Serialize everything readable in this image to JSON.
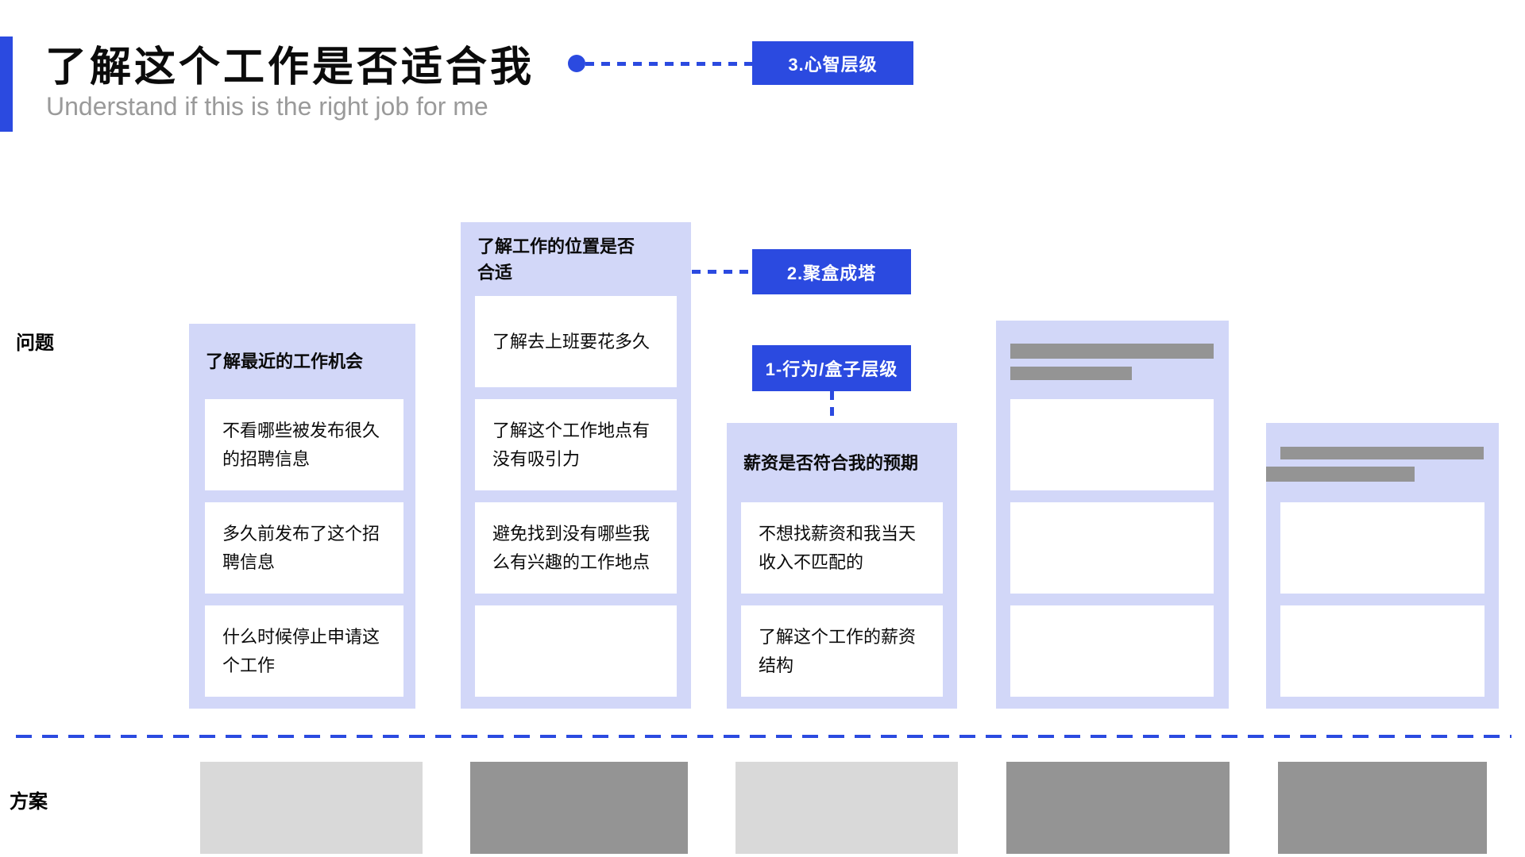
{
  "header": {
    "title": "了解这个工作是否适合我",
    "subtitle": "Understand if this is the right job for me"
  },
  "row_labels": {
    "questions": "问题",
    "solutions": "方案"
  },
  "levels": [
    {
      "label": "3.心智层级"
    },
    {
      "label": "2.聚盒成塔"
    },
    {
      "label": "1-行为/盒子层级"
    }
  ],
  "columns": [
    {
      "header": "了解最近的工作机会",
      "cards": [
        "不看哪些被发布很久\n的招聘信息",
        "多久前发布了这个招\n聘信息",
        "什么时候停止申请这\n个工作"
      ]
    },
    {
      "header": "了解工作的位置是否\n合适",
      "cards": [
        "了解去上班要花多久",
        "了解这个工作地点有\n没有吸引力",
        "避免找到没有哪些我\n么有兴趣的工作地点",
        ""
      ]
    },
    {
      "header": "薪资是否符合我的预期",
      "cards": [
        "不想找薪资和我当天\n收入不匹配的",
        "了解这个工作的薪资\n结构"
      ]
    },
    {
      "header": "",
      "cards": [
        "",
        "",
        ""
      ]
    },
    {
      "header": "",
      "cards": [
        "",
        ""
      ]
    }
  ],
  "colors": {
    "accent_blue": "#2b4ae0",
    "tower_purple": "#d2d7f8",
    "placeholder_dark_gray": "#949494",
    "placeholder_light_gray": "#d9d9d9",
    "subtitle_gray": "#9a9a9a"
  }
}
